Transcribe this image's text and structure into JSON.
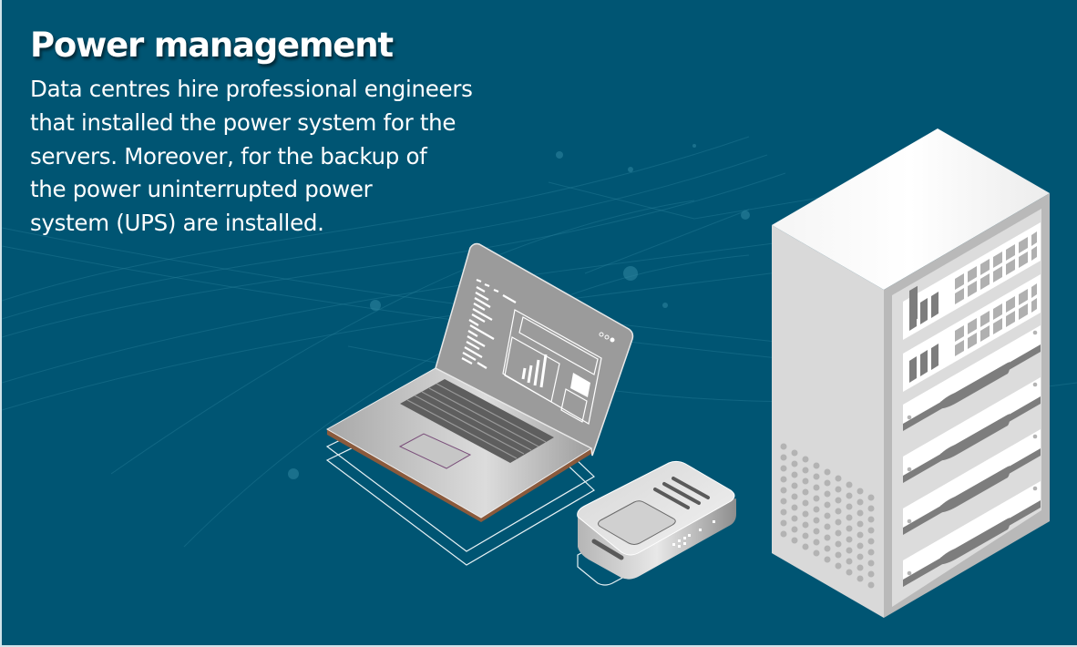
{
  "heading": "Power management",
  "paragraph_lines": [
    "Data centres hire professional engineers",
    "that installed the power system for the",
    "servers. Moreover, for the backup of",
    "the power uninterrupted power",
    "system (UPS) are installed."
  ],
  "colors": {
    "background": "#005573",
    "text": "#ffffff",
    "device_gray": "#9a9a9a",
    "key_gray": "#5e5e5e",
    "rack_white": "#f2f2f2"
  },
  "illustration": {
    "items": [
      "laptop",
      "ups-device",
      "server-rack"
    ],
    "laptop_screen_indicators": "ooo"
  }
}
